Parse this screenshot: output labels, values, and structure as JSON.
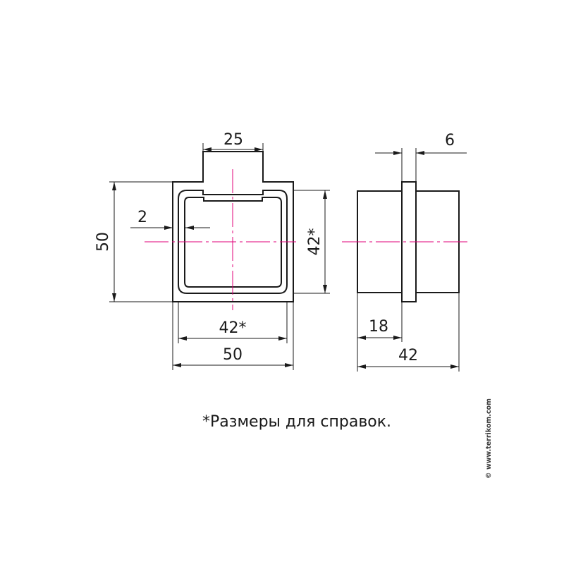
{
  "front_view": {
    "dim_top_width": "25",
    "dim_wall": "2",
    "dim_outer_height": "50",
    "dim_inner_height": "42*",
    "dim_inner_width": "42*",
    "dim_outer_width": "50"
  },
  "side_view": {
    "dim_flange": "6",
    "dim_offset": "18",
    "dim_length": "42"
  },
  "note": "*Размеры для справок.",
  "copyright": "© www.terrikom.com",
  "colors": {
    "lines": "#1a1a1a",
    "center_axes": "#e0007a"
  }
}
